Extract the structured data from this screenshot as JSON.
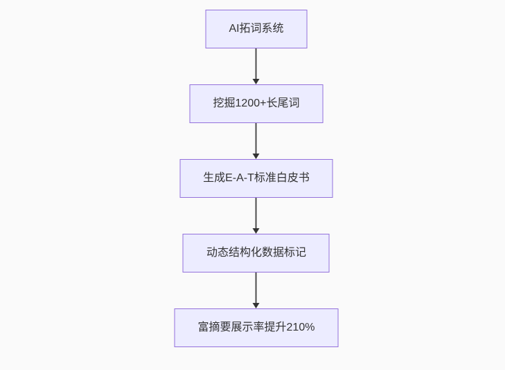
{
  "diagram": {
    "type": "flowchart",
    "direction": "top-down",
    "colors": {
      "background": "#fafafa",
      "node_fill": "#ECECFF",
      "node_border": "#9370DB",
      "node_text": "#333333",
      "arrow": "#333333"
    },
    "nodes": [
      {
        "id": "n1",
        "label": "AI拓词系统"
      },
      {
        "id": "n2",
        "label": "挖掘1200+长尾词"
      },
      {
        "id": "n3",
        "label": "生成E-A-T标准白皮书"
      },
      {
        "id": "n4",
        "label": "动态结构化数据标记"
      },
      {
        "id": "n5",
        "label": "富摘要展示率提升210%"
      }
    ],
    "edges": [
      {
        "from": "n1",
        "to": "n2"
      },
      {
        "from": "n2",
        "to": "n3"
      },
      {
        "from": "n3",
        "to": "n4"
      },
      {
        "from": "n4",
        "to": "n5"
      }
    ]
  }
}
